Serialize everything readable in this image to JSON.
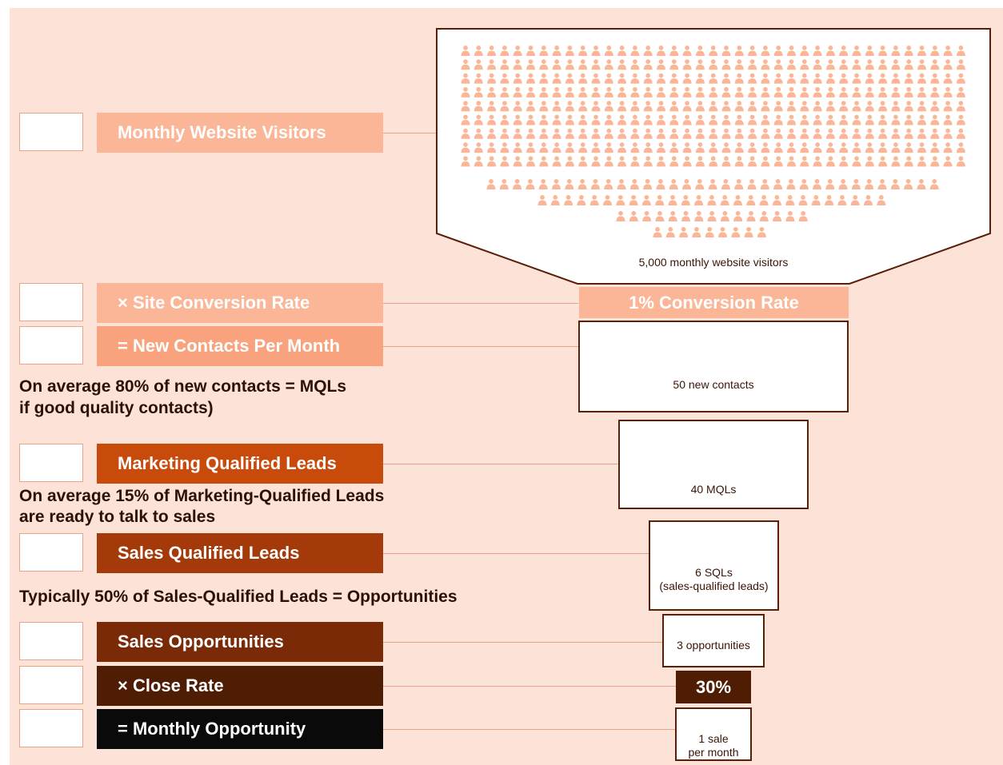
{
  "labels": {
    "visitors": "Monthly Website Visitors",
    "conversion": "× Site Conversion Rate",
    "contacts": "= New Contacts Per Month",
    "mqls": "Marketing Qualified Leads",
    "sqls": "Sales Qualified Leads",
    "opportunities": "Sales Opportunities",
    "close_rate": "× Close Rate",
    "monthly_opportunity": "= Monthly Opportunity"
  },
  "notes": {
    "mql_line1": "On average 80% of new contacts = MQLs",
    "mql_line2": "if good quality contacts)",
    "sql_line1": "On average 15% of Marketing-Qualified Leads",
    "sql_line2": "are ready to talk to sales",
    "opp_line": "Typically 50% of Sales-Qualified Leads = Opportunities"
  },
  "funnel": {
    "visitors_caption": "5,000 monthly website visitors",
    "conversion_rate": "1% Conversion Rate",
    "contacts_caption": "50 new contacts",
    "mqls_caption": "40 MQLs",
    "sqls_caption_1": "6 SQLs",
    "sqls_caption_2": "(sales-qualified leads)",
    "opps_caption": "3 opportunities",
    "close_rate": "30%",
    "sale_caption_1": "1 sale",
    "sale_caption_2": "per month"
  },
  "colors": {
    "background": "#fde3d7",
    "light": "#fbb697",
    "mid": "#c94b0c",
    "dark": "#a43a0a",
    "darker": "#7a2a07",
    "darkest": "#4f1c04",
    "black": "#0a0a0a"
  },
  "icons": {
    "person": "person-icon"
  }
}
